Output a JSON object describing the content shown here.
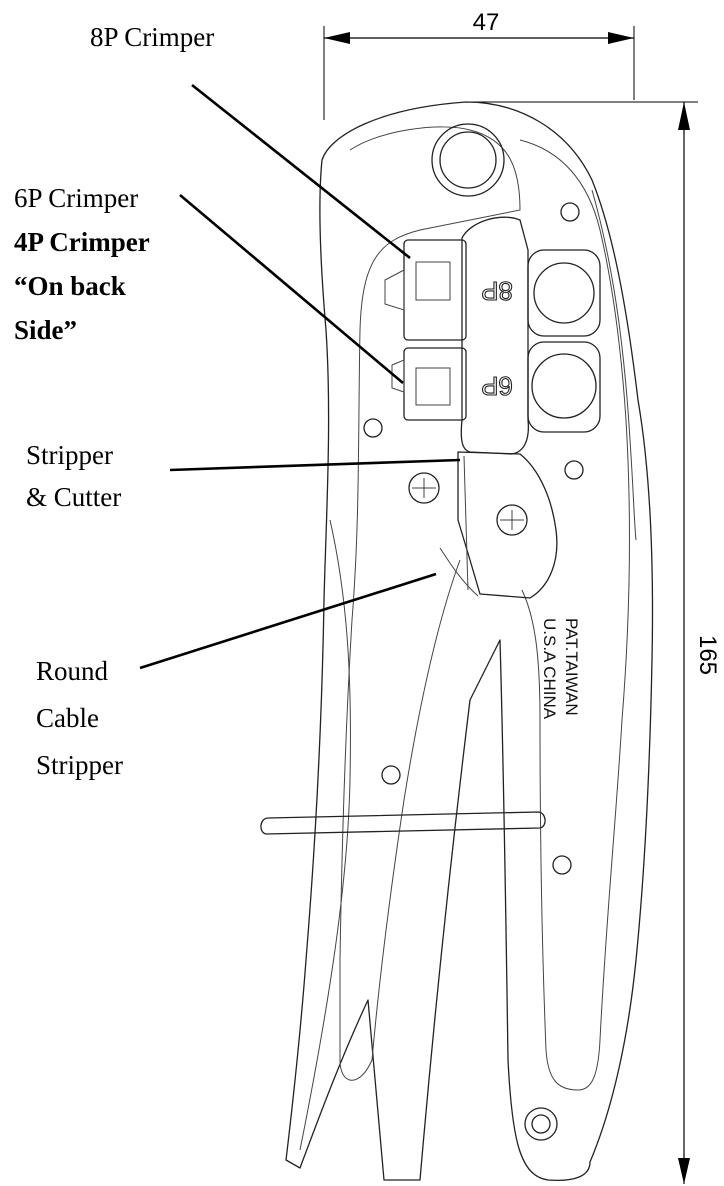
{
  "labels": {
    "crimper_8p": "8P Crimper",
    "crimper_6p": "6P Crimper",
    "crimper_4p": "4P Crimper",
    "on_back_1": "“On back",
    "on_back_2": "Side”",
    "stripper_1": "Stripper",
    "stripper_2": "& Cutter",
    "round_1": "Round",
    "round_2": "Cable",
    "round_3": "Stripper"
  },
  "dimensions": {
    "width": "47",
    "height": "165"
  },
  "markings": {
    "die_8p": "8P",
    "die_6p": "6P",
    "pat_line": "PAT.TAIWAN",
    "origin_line": "U.S.A CHINA"
  }
}
